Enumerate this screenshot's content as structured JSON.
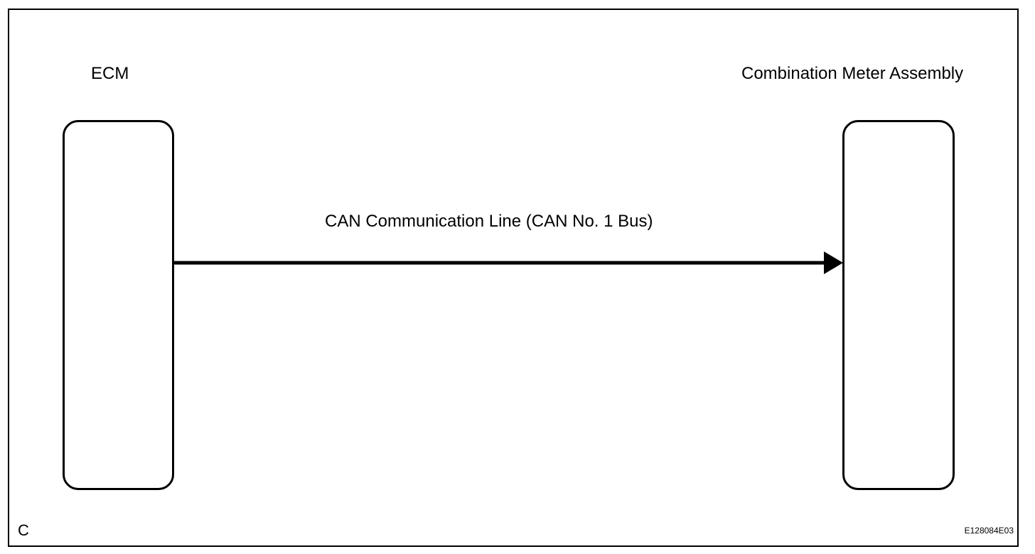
{
  "diagram": {
    "components": {
      "ecm": {
        "label": "ECM"
      },
      "meter": {
        "label": "Combination Meter Assembly"
      }
    },
    "connection": {
      "label": "CAN Communication Line (CAN No. 1 Bus)",
      "from": "ECM",
      "to": "Combination Meter Assembly",
      "direction": "ecm-to-meter"
    },
    "corner_label": "C",
    "figure_code": "E128084E03"
  },
  "colors": {
    "line": "#000000",
    "background": "#ffffff"
  }
}
